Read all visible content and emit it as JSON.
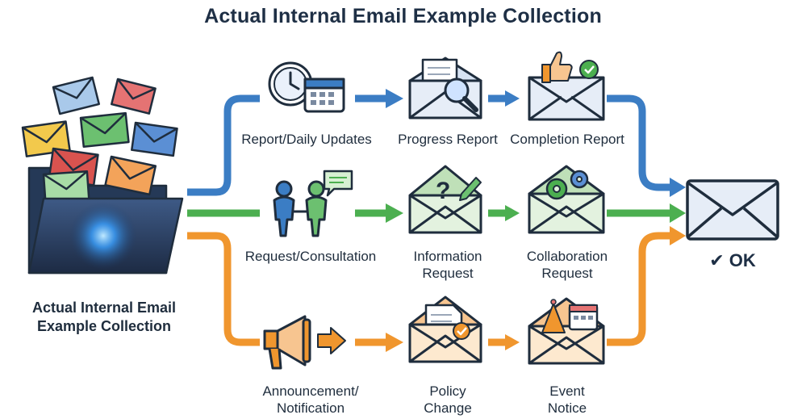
{
  "title": "Actual Internal Email Example Collection",
  "source": {
    "label": "Actual Internal Email\nExample Collection",
    "icon": "folder-with-emails-icon"
  },
  "rows": [
    {
      "color": "#3b7dc4",
      "fill": "#e6edf7",
      "steps": [
        {
          "label": "Report/Daily Updates",
          "icon": "clock-calendar-icon"
        },
        {
          "label": "Progress Report",
          "icon": "envelope-magnifier-icon"
        },
        {
          "label": "Completion Report",
          "icon": "envelope-thumbs-up-icon"
        }
      ]
    },
    {
      "color": "#4caf50",
      "fill": "#e3f2df",
      "steps": [
        {
          "label": "Request/Consultation",
          "icon": "people-chat-icon"
        },
        {
          "label": "Information\nRequest",
          "icon": "envelope-question-icon"
        },
        {
          "label": "Collaboration\nRequest",
          "icon": "envelope-gears-icon"
        }
      ]
    },
    {
      "color": "#f0962e",
      "fill": "#fde9cf",
      "steps": [
        {
          "label": "Announcement/\nNotification",
          "icon": "megaphone-icon"
        },
        {
          "label": "Policy\nChange",
          "icon": "envelope-document-icon"
        },
        {
          "label": "Event\nNotice",
          "icon": "envelope-party-calendar-icon"
        }
      ]
    }
  ],
  "destination": {
    "label": "✔ OK",
    "icon": "envelope-icon"
  }
}
